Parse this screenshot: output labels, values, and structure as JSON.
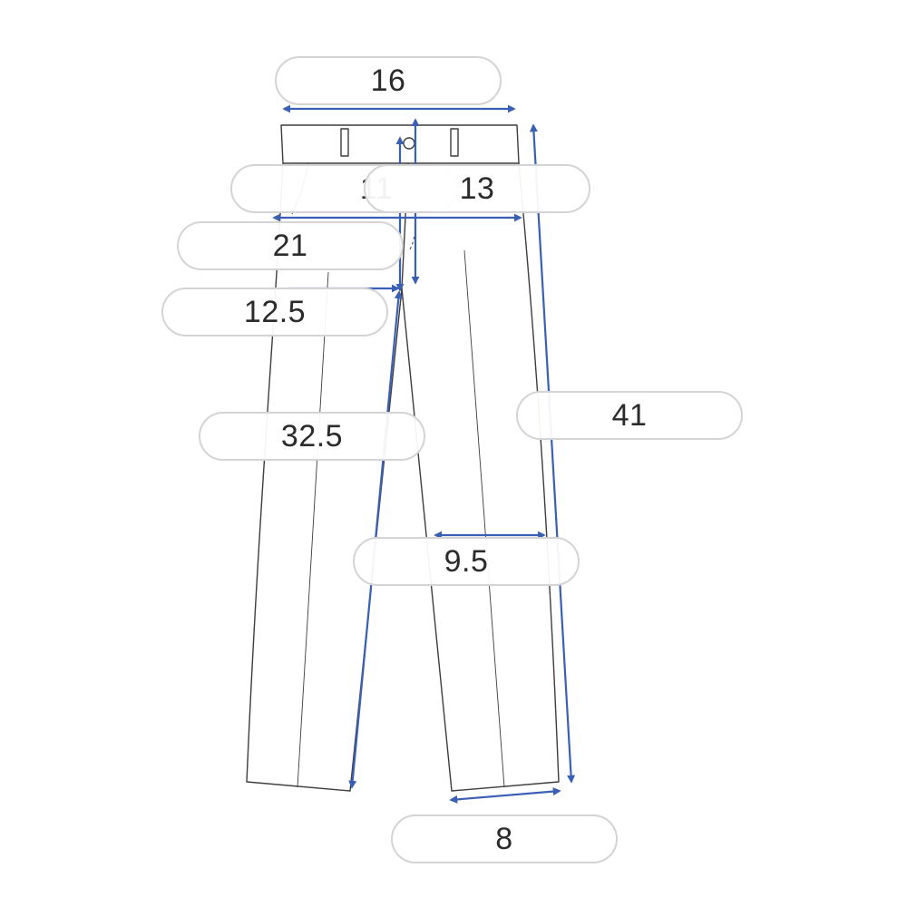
{
  "colors": {
    "outline": "#3d3d3d",
    "measure": "#3a5fb4",
    "label_border": "#d4d4d4",
    "label_text": "#2b2b2b"
  },
  "labels": {
    "waist_width": "16",
    "front_rise": "11",
    "back_rise": "13",
    "hip_width": "21",
    "thigh_width": "12.5",
    "inseam": "32.5",
    "outseam": "41",
    "knee_width": "9.5",
    "hem_width": "8"
  }
}
